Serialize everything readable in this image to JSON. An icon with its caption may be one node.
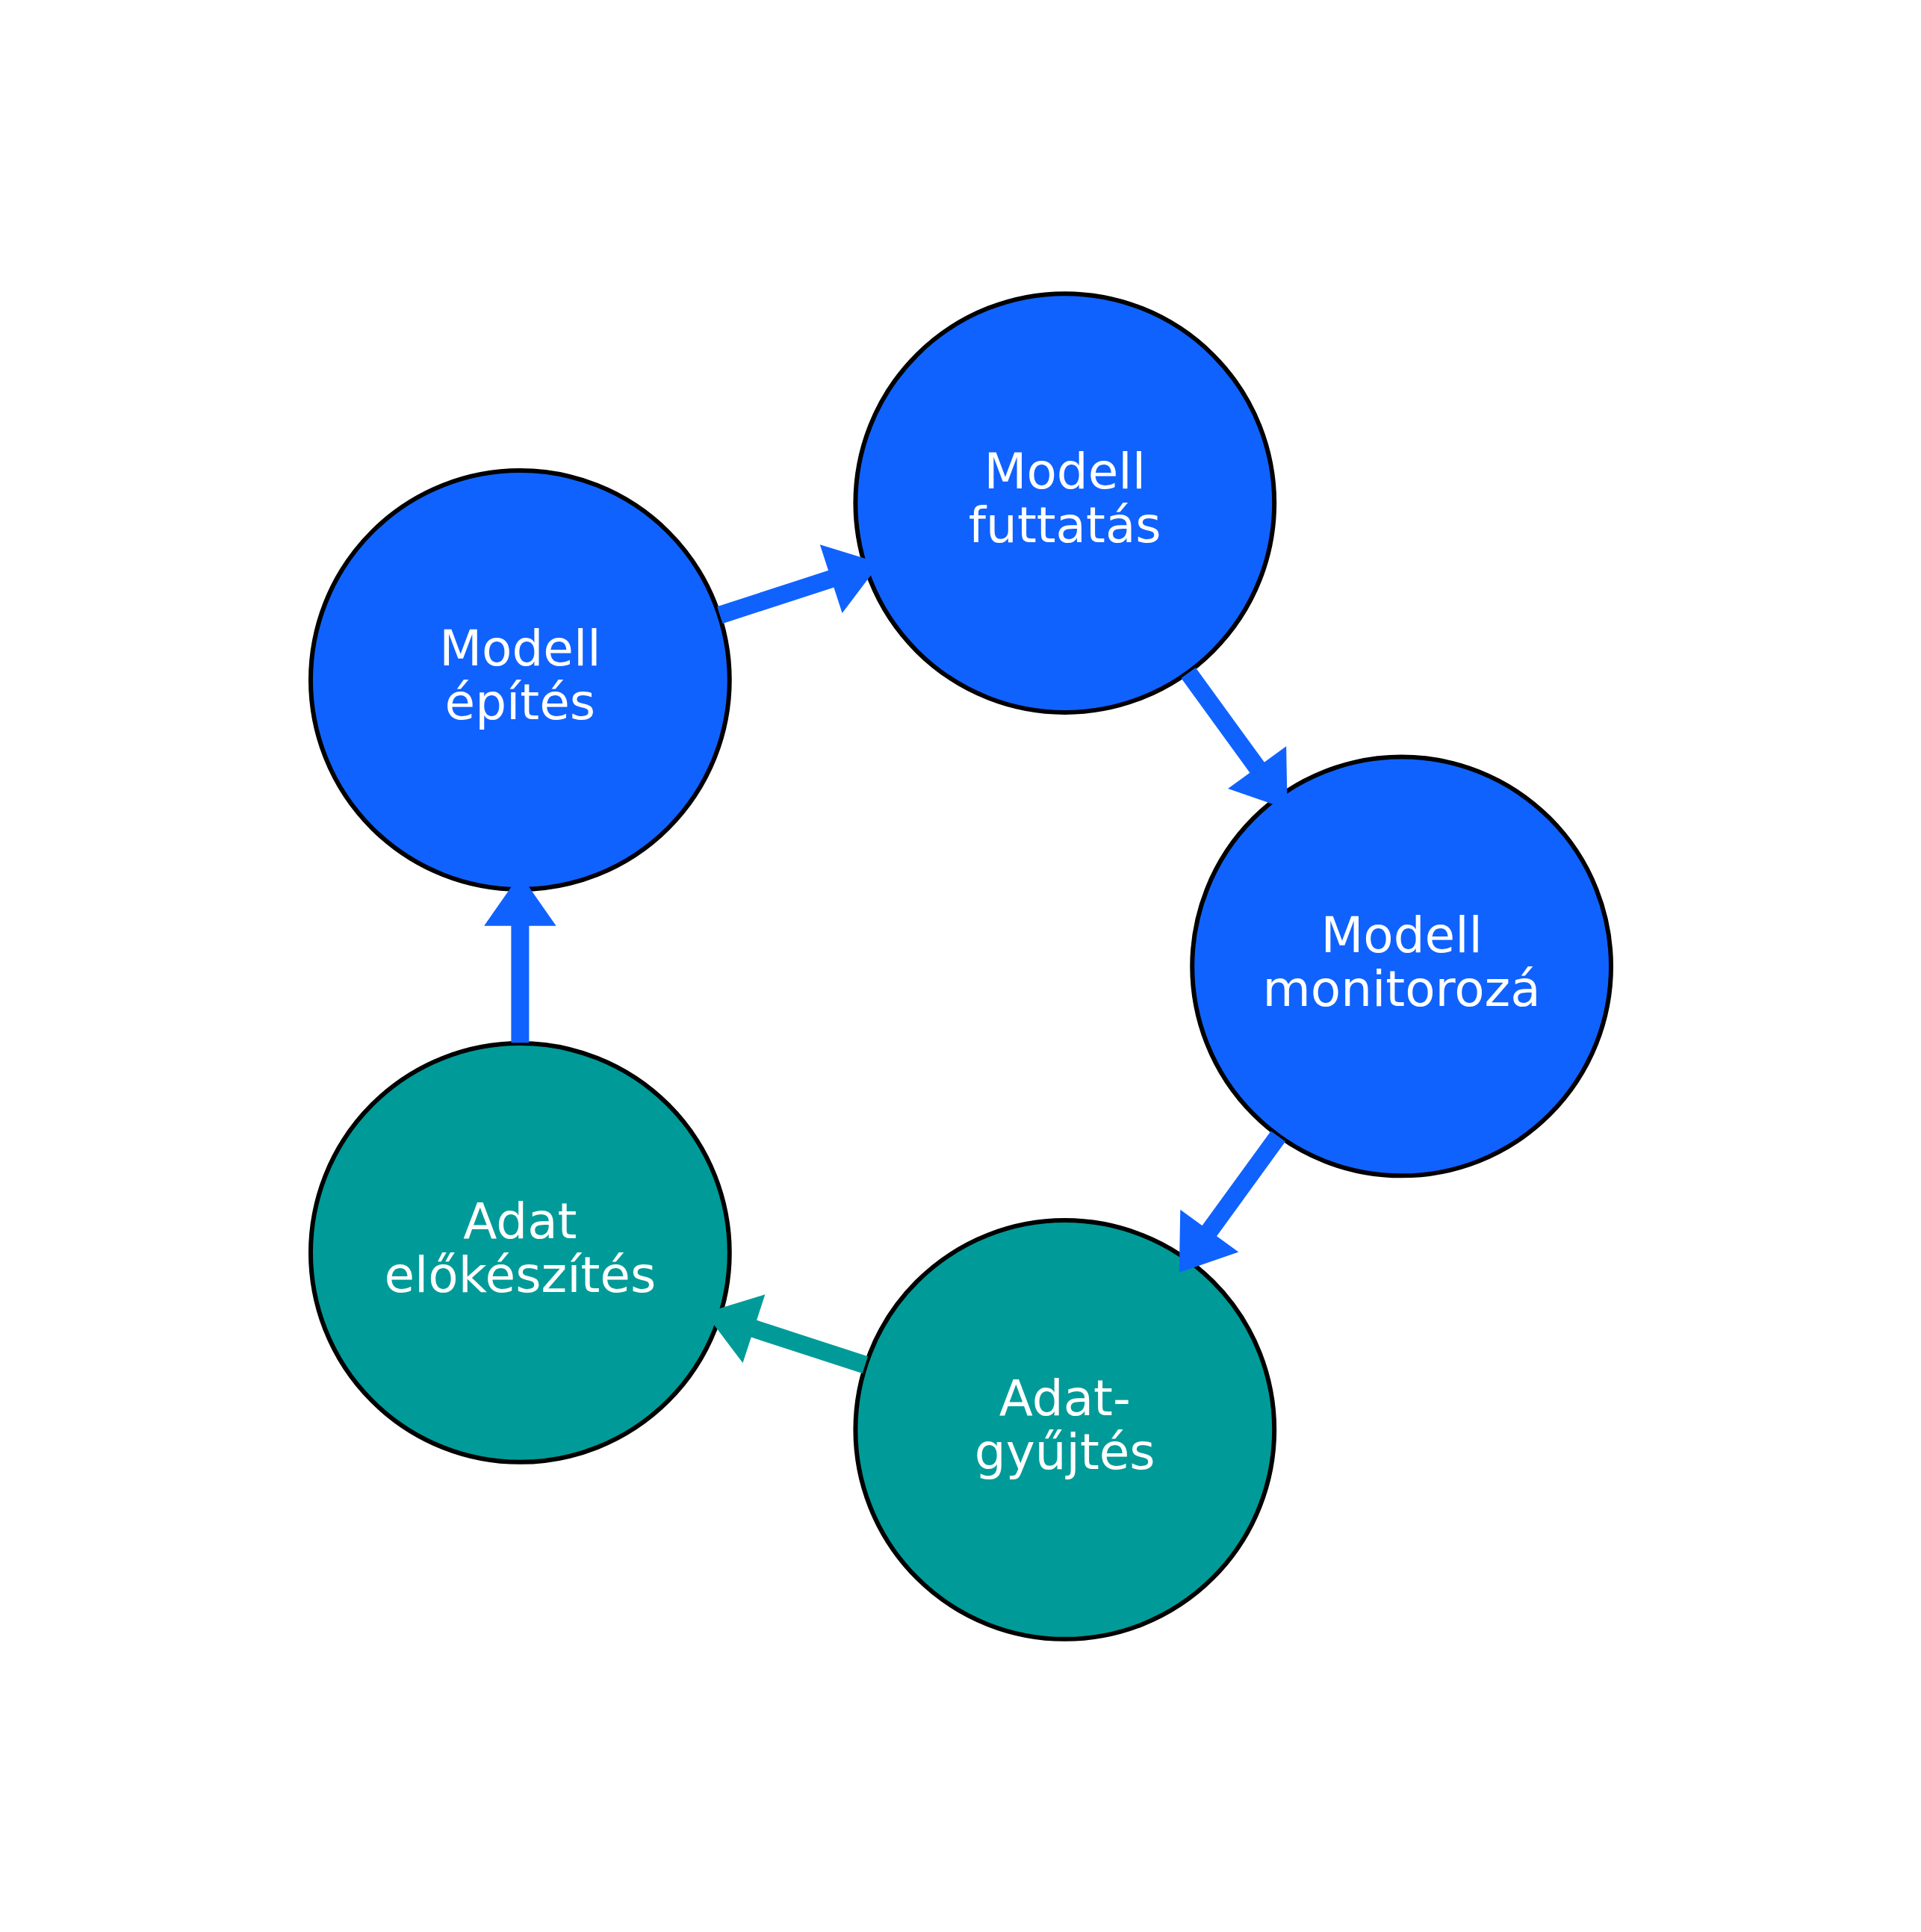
{
  "diagram": {
    "nodes": [
      {
        "text": [
          "Adat- gyűjtés"
        ]
      },
      {
        "text": [
          "Adat előkészítés"
        ]
      },
      {
        "text": [
          "Modell építés"
        ]
      },
      {
        "text": [
          "Modell futtatás"
        ]
      },
      {
        "text": [
          "Modell monitorozá"
        ]
      }
    ],
    "edges": [
      {
        "from": 0,
        "to": 1,
        "arrow": "to",
        "color": "#009b98"
      },
      {
        "from": 1,
        "to": 2,
        "arrow": "to"
      },
      {
        "from": 2,
        "to": 3,
        "arrow": "to"
      },
      {
        "from": 3,
        "to": 4,
        "arrow": "to"
      },
      {
        "from": 4,
        "to": 0,
        "arrow": "to"
      }
    ]
  }
}
